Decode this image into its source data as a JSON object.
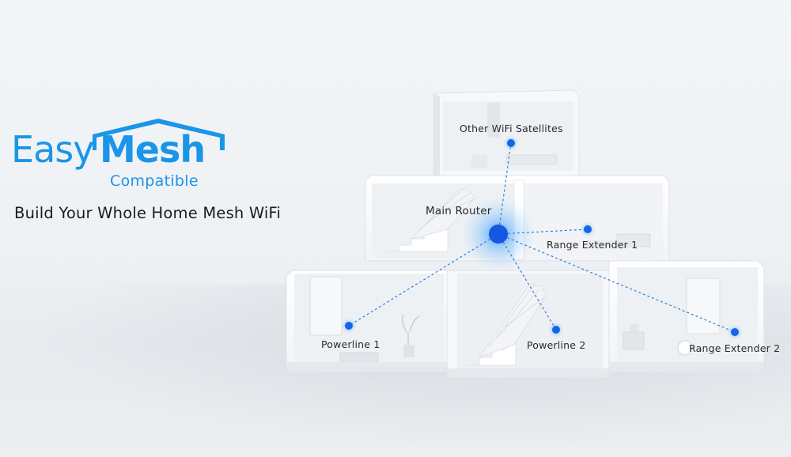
{
  "logo": {
    "word_easy": "Easy",
    "word_mesh": "Mesh",
    "subtitle": "Compatible",
    "brand_color": "#1a95e8"
  },
  "tagline": "Build Your Whole Home Mesh WiFi",
  "diagram": {
    "link_color": "#2e7fd6",
    "node_color": "#1565e8",
    "nodes": {
      "satellites": "Other WiFi Satellites",
      "router": "Main Router",
      "range_extender_1": "Range Extender 1",
      "powerline_1": "Powerline 1",
      "powerline_2": "Powerline 2",
      "range_extender_2": "Range Extender 2"
    }
  }
}
